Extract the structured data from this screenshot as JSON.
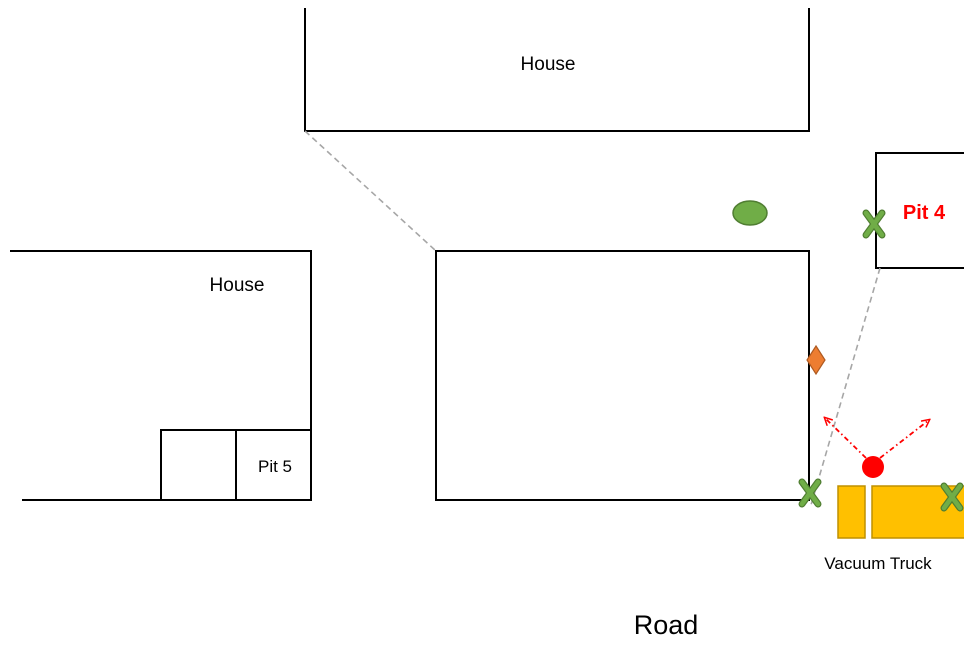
{
  "labels": {
    "house_top": "House",
    "house_left": "House",
    "pit4": "Pit 4",
    "pit5": "Pit 5",
    "truck": "Vacuum Truck",
    "road": "Road"
  },
  "colors": {
    "line": "#000000",
    "dashed_line": "#a6a6a6",
    "pit4_text": "#ff0000",
    "marker_green": "#70ad47",
    "marker_green_stroke": "#507e32",
    "marker_orange": "#ed7d31",
    "marker_orange_stroke": "#ae5a21",
    "marker_red": "#ff0000",
    "truck_fill": "#ffc000",
    "truck_stroke": "#bf9000"
  }
}
